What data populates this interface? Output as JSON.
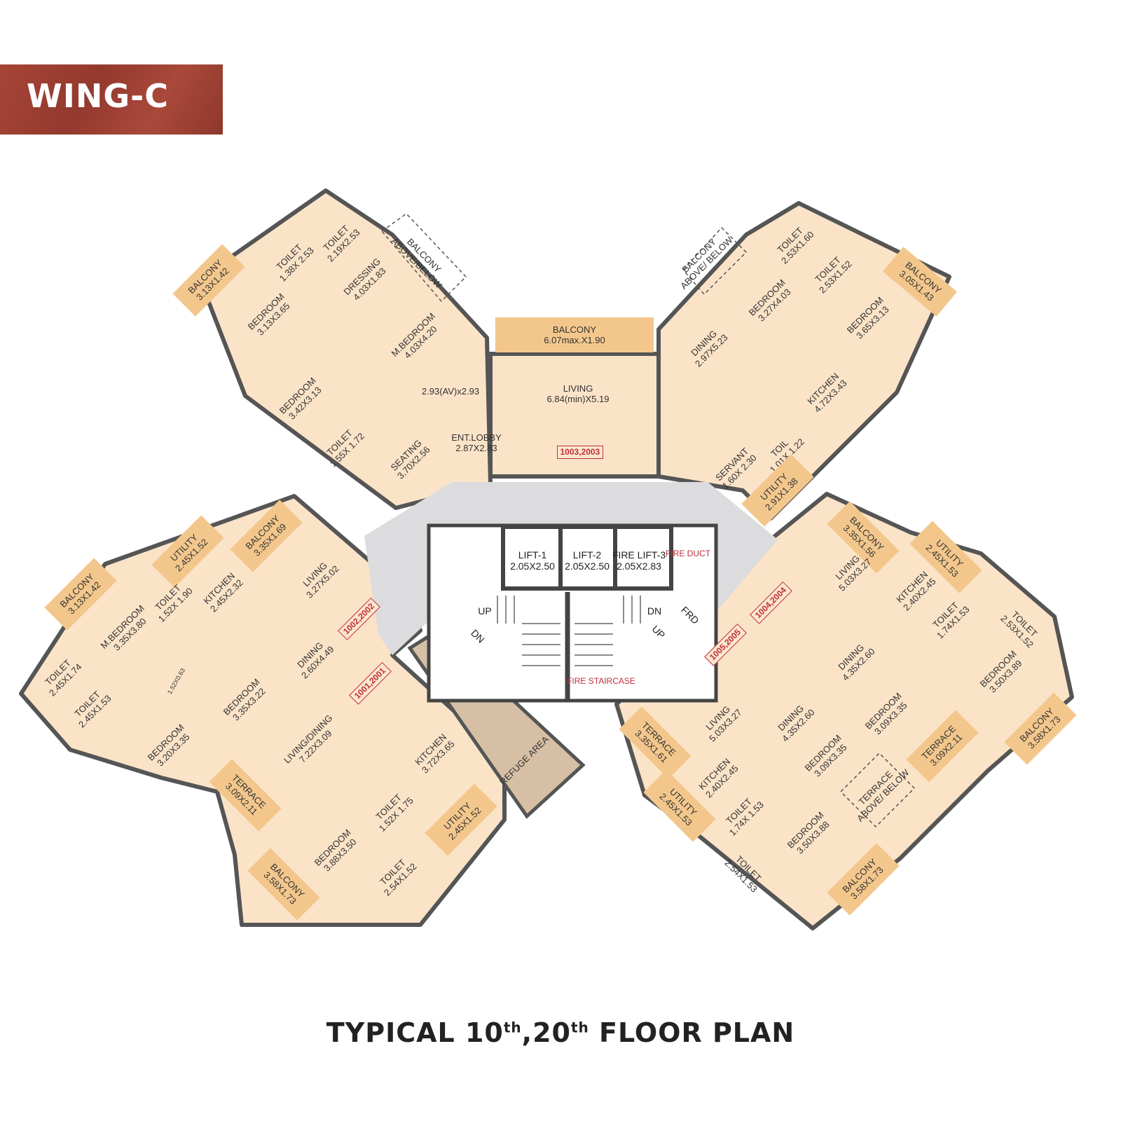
{
  "wing_label": "WING-C",
  "title": {
    "prefix": "TYPICAL 10",
    "sup1": "th",
    "mid": ",20",
    "sup2": "th",
    "suffix": " FLOOR PLAN"
  },
  "colors": {
    "banner": "#9e3f33",
    "room": "#fbe3c8",
    "balcony": "#f3c78c",
    "wall": "#555555",
    "lobby": "#dcdbdd",
    "refuge": "#d6bfa4",
    "unit_number": "#c0303a"
  },
  "rooms": [
    {
      "name": "BALCONY",
      "dims": "3.13X1.42",
      "type": "orange"
    },
    {
      "name": "TOILET",
      "dims": "1.38X 2.53",
      "type": "room"
    },
    {
      "name": "TOILET",
      "dims": "2.19X2.53",
      "type": "room"
    },
    {
      "name": "BALCONY ABOVE/BELOW",
      "dims": "",
      "type": "dash"
    },
    {
      "name": "DRESSING",
      "dims": "4.03X1.83",
      "type": "room"
    },
    {
      "name": "BEDROOM",
      "dims": "3.13X3.65",
      "type": "room"
    },
    {
      "name": "M.BEDROOM",
      "dims": "4.03X4.20",
      "type": "room"
    },
    {
      "name": "BEDROOM",
      "dims": "3.42X3.13",
      "type": "room"
    },
    {
      "name": "TOILET",
      "dims": "1.55X 1.72",
      "type": "room"
    },
    {
      "name": "SEATING",
      "dims": "3.70X2.56",
      "type": "room"
    },
    {
      "name": "",
      "dims": "2.93(AV)x2.93",
      "type": "room"
    },
    {
      "name": "BALCONY",
      "dims": "6.07max.X1.90",
      "type": "plain"
    },
    {
      "name": "LIVING",
      "dims": "6.84(min)X5.19",
      "type": "room"
    },
    {
      "name": "ENT.LOBBY",
      "dims": "2.87X2.83",
      "type": "room"
    },
    {
      "name": "1003,2003",
      "dims": "",
      "type": "unit"
    },
    {
      "name": "DINING",
      "dims": "2.97X5.23",
      "type": "room"
    },
    {
      "name": "BALCONY ABOVE/ BELOW",
      "dims": "",
      "type": "dash"
    },
    {
      "name": "BEDROOM",
      "dims": "3.27X4.03",
      "type": "room"
    },
    {
      "name": "TOILET",
      "dims": "2.53X1.60",
      "type": "room"
    },
    {
      "name": "TOILET",
      "dims": "2.53X1.52",
      "type": "room"
    },
    {
      "name": "BALCONY",
      "dims": "3.05X1.43",
      "type": "orange"
    },
    {
      "name": "BEDROOM",
      "dims": "3.65X3.13",
      "type": "room"
    },
    {
      "name": "KITCHEN",
      "dims": "4.72X3.43",
      "type": "room"
    },
    {
      "name": "SERVANT",
      "dims": "1.60X 2.30",
      "type": "room"
    },
    {
      "name": "TOIL",
      "dims": "1.01X 1.22",
      "type": "room"
    },
    {
      "name": "UTILITY",
      "dims": "2.91X1.38",
      "type": "orange"
    },
    {
      "name": "LIFT-1",
      "dims": "2.05X2.50",
      "type": "core"
    },
    {
      "name": "LIFT-2",
      "dims": "2.05X2.50",
      "type": "core"
    },
    {
      "name": "FIRE LIFT-3",
      "dims": "2.05X2.83",
      "type": "core"
    },
    {
      "name": "FIRE DUCT",
      "dims": "",
      "type": "red"
    },
    {
      "name": "UP",
      "dims": "",
      "type": "core"
    },
    {
      "name": "DN",
      "dims": "",
      "type": "core"
    },
    {
      "name": "DN",
      "dims": "",
      "type": "core"
    },
    {
      "name": "UP",
      "dims": "",
      "type": "core"
    },
    {
      "name": "FRD",
      "dims": "",
      "type": "core"
    },
    {
      "name": "FIRE STAIRCASE",
      "dims": "",
      "type": "red"
    },
    {
      "name": "BALCONY",
      "dims": "3.13X1.42",
      "type": "orange"
    },
    {
      "name": "UTILITY",
      "dims": "2.45X1.52",
      "type": "orange"
    },
    {
      "name": "BALCONY",
      "dims": "3.35X1.69",
      "type": "orange"
    },
    {
      "name": "TOILET",
      "dims": "1.52X 1.90",
      "type": "room"
    },
    {
      "name": "KITCHEN",
      "dims": "2.45X2.32",
      "type": "room"
    },
    {
      "name": "LIVING",
      "dims": "3.27X5.02",
      "type": "room"
    },
    {
      "name": "M.BEDROOM",
      "dims": "3.35X3.80",
      "type": "room"
    },
    {
      "name": "1002,2002",
      "dims": "",
      "type": "unit"
    },
    {
      "name": "TOILET",
      "dims": "2.45X1.74",
      "type": "room"
    },
    {
      "name": "TOILET",
      "dims": "2.45X1.53",
      "type": "room"
    },
    {
      "name": "1.52X0.63",
      "dims": "",
      "type": "small"
    },
    {
      "name": "DINING",
      "dims": "2.60X4.49",
      "type": "room"
    },
    {
      "name": "BEDROOM",
      "dims": "3.35X3.22",
      "type": "room"
    },
    {
      "name": "BEDROOM",
      "dims": "3.20X3.35",
      "type": "room"
    },
    {
      "name": "1001,2001",
      "dims": "",
      "type": "unit"
    },
    {
      "name": "LIVING/DINING",
      "dims": "7.22X3.09",
      "type": "room"
    },
    {
      "name": "KITCHEN",
      "dims": "3.72X3.65",
      "type": "room"
    },
    {
      "name": "REFUGE AREA",
      "dims": "",
      "type": "room"
    },
    {
      "name": "TERRACE",
      "dims": "3.09X2.11",
      "type": "orange"
    },
    {
      "name": "TOILET",
      "dims": "1.52X 1.75",
      "type": "room"
    },
    {
      "name": "UTILITY",
      "dims": "2.45X1.52",
      "type": "orange"
    },
    {
      "name": "BEDROOM",
      "dims": "3.88X3.50",
      "type": "room"
    },
    {
      "name": "BALCONY",
      "dims": "3.58X1.73",
      "type": "orange"
    },
    {
      "name": "TOILET",
      "dims": "2.54X1.52",
      "type": "room"
    },
    {
      "name": "BALCONY",
      "dims": "3.35X1.56",
      "type": "orange"
    },
    {
      "name": "UTILITY",
      "dims": "2.45X1.53",
      "type": "orange"
    },
    {
      "name": "LIVING",
      "dims": "5.03X3.27",
      "type": "room"
    },
    {
      "name": "KITCHEN",
      "dims": "2.40X2.45",
      "type": "room"
    },
    {
      "name": "1004,2004",
      "dims": "",
      "type": "unit"
    },
    {
      "name": "1005,2005",
      "dims": "",
      "type": "unit"
    },
    {
      "name": "TOILET",
      "dims": "1.74X1.53",
      "type": "room"
    },
    {
      "name": "TOILET",
      "dims": "2.53X1.52",
      "type": "room"
    },
    {
      "name": "DINING",
      "dims": "4.35X2.60",
      "type": "room"
    },
    {
      "name": "BEDROOM",
      "dims": "3.50X3.89",
      "type": "room"
    },
    {
      "name": "LIVING",
      "dims": "5.03X3.27",
      "type": "room"
    },
    {
      "name": "DINING",
      "dims": "4.35X2.60",
      "type": "room"
    },
    {
      "name": "TERRACE",
      "dims": "3.35X1.61",
      "type": "orange"
    },
    {
      "name": "BEDROOM",
      "dims": "3.09X3.35",
      "type": "room"
    },
    {
      "name": "BALCONY",
      "dims": "3.58X1.73",
      "type": "orange"
    },
    {
      "name": "TERRACE",
      "dims": "3.09X2.11",
      "type": "orange"
    },
    {
      "name": "KITCHEN",
      "dims": "2.40X2.45",
      "type": "room"
    },
    {
      "name": "BEDROOM",
      "dims": "3.09X3.35",
      "type": "room"
    },
    {
      "name": "TERRACE ABOVE/ BELOW",
      "dims": "",
      "type": "dash"
    },
    {
      "name": "UTILITY",
      "dims": "2.45X1.53",
      "type": "orange"
    },
    {
      "name": "TOILET",
      "dims": "1.74X 1.53",
      "type": "room"
    },
    {
      "name": "BEDROOM",
      "dims": "3.50X3.88",
      "type": "room"
    },
    {
      "name": "TOILET",
      "dims": "2.54X1.53",
      "type": "room"
    },
    {
      "name": "BALCONY",
      "dims": "3.58X1.73",
      "type": "orange"
    }
  ]
}
